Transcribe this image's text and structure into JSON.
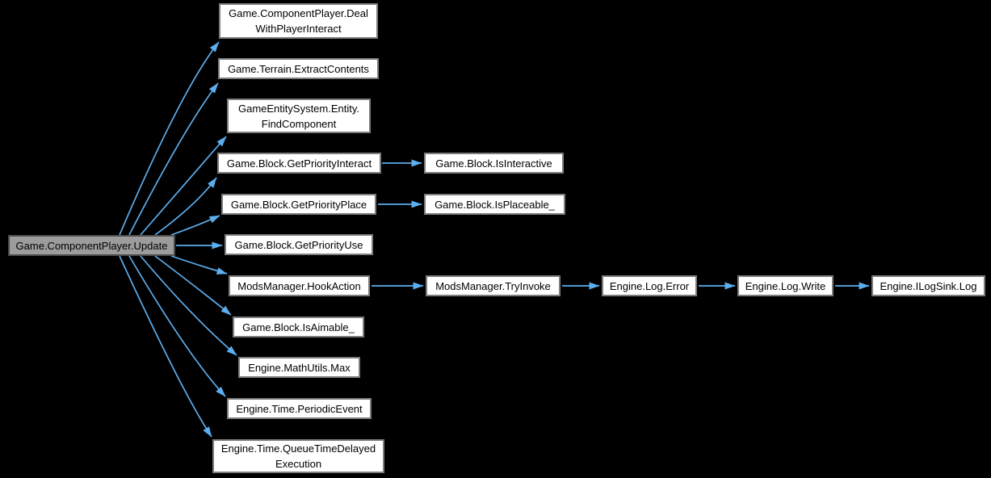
{
  "diagram": {
    "type": "call-graph",
    "colors": {
      "background": "#000000",
      "edge": "#5caeef",
      "node_fill": "#ffffff",
      "node_border": "#7d7d7d",
      "highlight_fill": "#9c9c9c",
      "highlight_border": "#4c4c4c",
      "text": "#000000"
    }
  },
  "nodes": [
    {
      "id": "update",
      "label": "Game.ComponentPlayer.Update",
      "highlighted": true
    },
    {
      "id": "deal",
      "label": "Game.ComponentPlayer.Deal\nWithPlayerInteract",
      "highlighted": false
    },
    {
      "id": "extract",
      "label": "Game.Terrain.ExtractContents",
      "highlighted": false
    },
    {
      "id": "findcomp",
      "label": "GameEntitySystem.Entity.\nFindComponent",
      "highlighted": false
    },
    {
      "id": "getpriorityinteract",
      "label": "Game.Block.GetPriorityInteract",
      "highlighted": false
    },
    {
      "id": "getpriorityplace",
      "label": "Game.Block.GetPriorityPlace",
      "highlighted": false
    },
    {
      "id": "getpriorityuse",
      "label": "Game.Block.GetPriorityUse",
      "highlighted": false
    },
    {
      "id": "hookaction",
      "label": "ModsManager.HookAction",
      "highlighted": false
    },
    {
      "id": "isaimable",
      "label": "Game.Block.IsAimable_",
      "highlighted": false
    },
    {
      "id": "mathmax",
      "label": "Engine.MathUtils.Max",
      "highlighted": false
    },
    {
      "id": "periodicevent",
      "label": "Engine.Time.PeriodicEvent",
      "highlighted": false
    },
    {
      "id": "queuetime",
      "label": "Engine.Time.QueueTimeDelayed\nExecution",
      "highlighted": false
    },
    {
      "id": "isinteractive",
      "label": "Game.Block.IsInteractive",
      "highlighted": false
    },
    {
      "id": "isplaceable",
      "label": "Game.Block.IsPlaceable_",
      "highlighted": false
    },
    {
      "id": "tryinvoke",
      "label": "ModsManager.TryInvoke",
      "highlighted": false
    },
    {
      "id": "logerror",
      "label": "Engine.Log.Error",
      "highlighted": false
    },
    {
      "id": "logwrite",
      "label": "Engine.Log.Write",
      "highlighted": false
    },
    {
      "id": "ilogsink",
      "label": "Engine.ILogSink.Log",
      "highlighted": false
    }
  ],
  "edges": [
    {
      "from": "update",
      "to": "deal"
    },
    {
      "from": "update",
      "to": "extract"
    },
    {
      "from": "update",
      "to": "findcomp"
    },
    {
      "from": "update",
      "to": "getpriorityinteract"
    },
    {
      "from": "update",
      "to": "getpriorityplace"
    },
    {
      "from": "update",
      "to": "getpriorityuse"
    },
    {
      "from": "update",
      "to": "hookaction"
    },
    {
      "from": "update",
      "to": "isaimable"
    },
    {
      "from": "update",
      "to": "mathmax"
    },
    {
      "from": "update",
      "to": "periodicevent"
    },
    {
      "from": "update",
      "to": "queuetime"
    },
    {
      "from": "getpriorityinteract",
      "to": "isinteractive"
    },
    {
      "from": "getpriorityplace",
      "to": "isplaceable"
    },
    {
      "from": "hookaction",
      "to": "tryinvoke"
    },
    {
      "from": "tryinvoke",
      "to": "logerror"
    },
    {
      "from": "logerror",
      "to": "logwrite"
    },
    {
      "from": "logwrite",
      "to": "ilogsink"
    }
  ]
}
